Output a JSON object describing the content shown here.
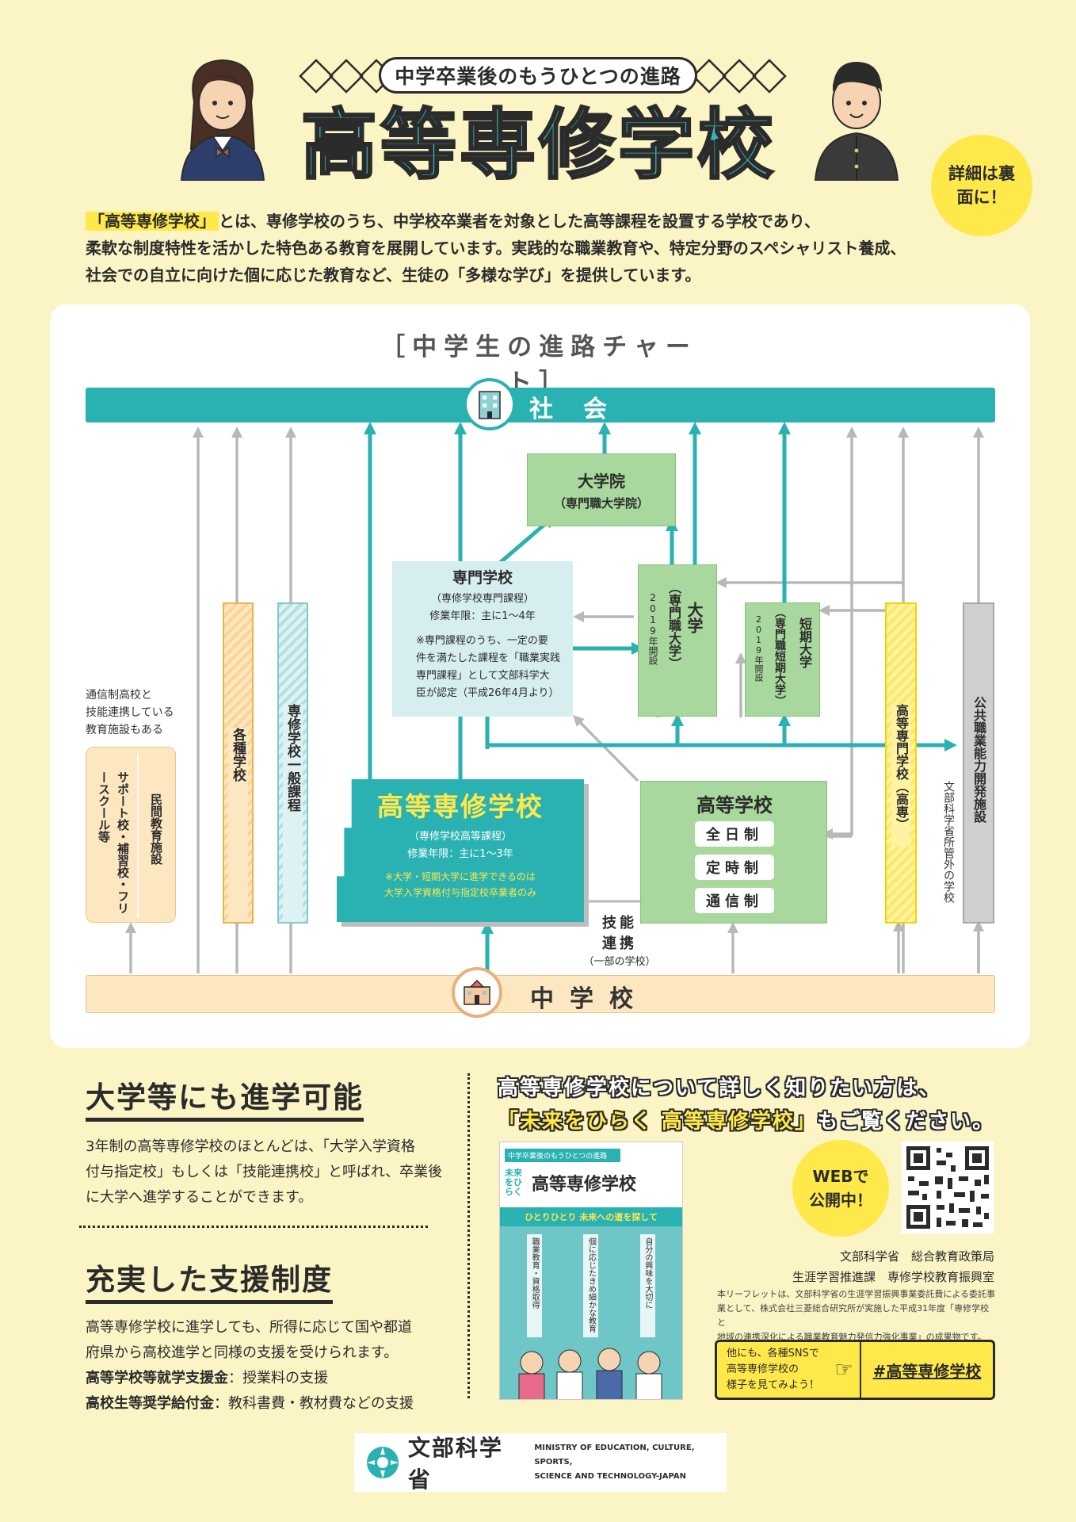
{
  "header": {
    "subtitle": "中学卒業後のもうひとつの進路",
    "title": "高等専修学校",
    "badge": "詳細は裏面に！"
  },
  "intro": {
    "highlight": "「高等専修学校」",
    "line1": "とは、専修学校のうち、中学校卒業者を対象とした高等課程を設置する学校であり、",
    "line2": "柔軟な制度特性を活かした特色ある教育を展開しています。実践的な職業教育や、特定分野のスペシャリスト養成、",
    "line3": "社会での自立に向けた個に応じた教育など、生徒の「多様な学び」を提供しています。"
  },
  "chart": {
    "title": "［中学生の進路チャート］",
    "society": "社会",
    "middle_school": "中学校",
    "graduate": {
      "title": "大学院",
      "sub": "（専門職大学院）"
    },
    "senmon": {
      "title": "専門学校",
      "sub1": "（専修学校専門課程）",
      "sub2": "修業年限：主に1〜4年",
      "note1": "※専門課程のうち、一定の要",
      "note2": "件を満たした課程を「職業実践",
      "note3": "専門課程」として文部科学大",
      "note4": "臣が認定（平成26年4月より）"
    },
    "university": {
      "main": "大学",
      "pro": "（専門職大学）",
      "year": "2019年開設"
    },
    "junior_college": {
      "main": "短期大学",
      "pro": "（専門職短期大学）",
      "year": "2019年開設"
    },
    "koutou_senshu": {
      "title": "高等専修学校",
      "sub1": "（専修学校高等課程）",
      "sub2": "修業年限：主に1〜3年",
      "note1": "※大学・短期大学に進学できるのは",
      "note2": "大学入学資格付与指定校卒業者のみ"
    },
    "high_school": {
      "title": "高等学校",
      "course1": "全日制",
      "course2": "定時制",
      "course3": "通信制"
    },
    "skill_link": {
      "line1": "技能",
      "line2": "連携",
      "line3": "（一部の学校）"
    },
    "misc_school": "各種学校",
    "general_course": "専修学校一般課程",
    "kosen": "高等専門学校（高専）",
    "public_training": "公共職業能力開発施設",
    "mext_other": "文部科学省所管外の学校",
    "support_note": {
      "l1": "通信制高校と",
      "l2": "技能連携している",
      "l3": "教育施設もある"
    },
    "support_school": "サポート校・補習校・フリースクール等",
    "private_facility": "民間教育施設"
  },
  "section1": {
    "title": "大学等にも進学可能",
    "p1": "3年制の高等専修学校のほとんどは、「大学入学資格",
    "p2": "付与指定校」もしくは「技能連携校」と呼ばれ、卒業後",
    "p3": "に大学へ進学することができます。"
  },
  "section2": {
    "title": "充実した支援制度",
    "p1": "高等専修学校に進学しても、所得に応じて国や都道",
    "p2": "府県から高校進学と同様の支援を受けられます。",
    "item1_label": "高等学校等就学支援金",
    "item1_text": "：授業料の支援",
    "item2_label": "高校生等奨学給付金",
    "item2_text": "：教科書費・教材費などの支援"
  },
  "right": {
    "head1": "高等専修学校について詳しく知りたい方は、",
    "head2_y": "「未来をひらく 高等専修学校」",
    "head2_w": "もご覧ください。",
    "booklet": {
      "top": "中学卒業後のもうひとつの進路",
      "kicker": "未来をひらく",
      "title": "高等専修学校",
      "band": "ひとりひとり 未来への道を探して",
      "col1": "職業教育・資格取得",
      "col2": "個に応じたきめ細かな教育",
      "col3": "自分の興味を大切に"
    },
    "web_badge": "WEBで公開中！",
    "credit1": "文部科学省　総合教育政策局",
    "credit2": "生涯学習推進課　専修学校教育振興室",
    "tiny1": "本リーフレットは、文部科学省の生涯学習振興事業委託費による委託事",
    "tiny2": "業として、株式会社三菱総合研究所が実施した平成31年度「専修学校と",
    "tiny3": "地域の連携深化による職業教育魅力発信力強化事業」の成果物です。",
    "sns1": "他にも、各種SNSで",
    "sns2": "高等専修学校の",
    "sns3": "様子を見てみよう！",
    "hashtag": "#高等専修学校"
  },
  "footer": {
    "ministry_jp": "文部科学省",
    "ministry_en1": "MINISTRY OF EDUCATION, CULTURE, SPORTS,",
    "ministry_en2": "SCIENCE AND TECHNOLOGY-JAPAN"
  },
  "colors": {
    "teal": "#2ab1b2",
    "yellow": "#ffe94a",
    "green": "#a8d89d",
    "bg": "#fbf4c4",
    "orange": "#fde7c0"
  }
}
